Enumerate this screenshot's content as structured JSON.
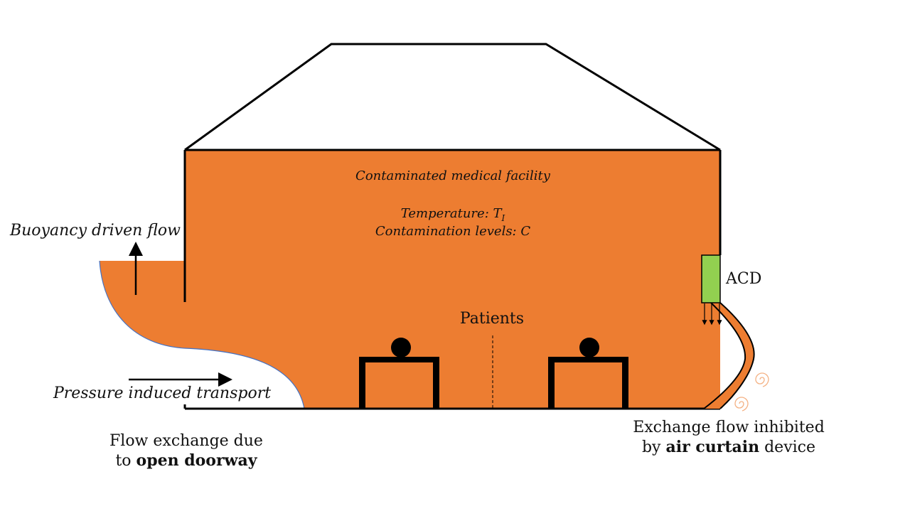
{
  "diagram": {
    "room_title": "Contaminated medical facility",
    "temperature_label": "Temperature: T",
    "temperature_subscript": "I",
    "contamination_label": "Contamination levels: C",
    "buoyancy_label": "Buoyancy driven flow",
    "pressure_label": "Pressure induced transport",
    "patients_label": "Patients",
    "acd_label": "ACD",
    "doorway_caption": {
      "line1": "Flow exchange due",
      "line2_prefix": "to ",
      "line2_bold": "open doorway"
    },
    "curtain_caption": {
      "line1": "Exchange flow inhibited",
      "line2_prefix": "by ",
      "line2_bold": "air curtain",
      "line2_suffix": " device"
    },
    "colors": {
      "contaminated_air": "#ED7D31",
      "acd_device": "#92D050",
      "outline": "#000000",
      "doorway_flow_edge": "#4472C4",
      "swirl": "#F4B183"
    }
  }
}
